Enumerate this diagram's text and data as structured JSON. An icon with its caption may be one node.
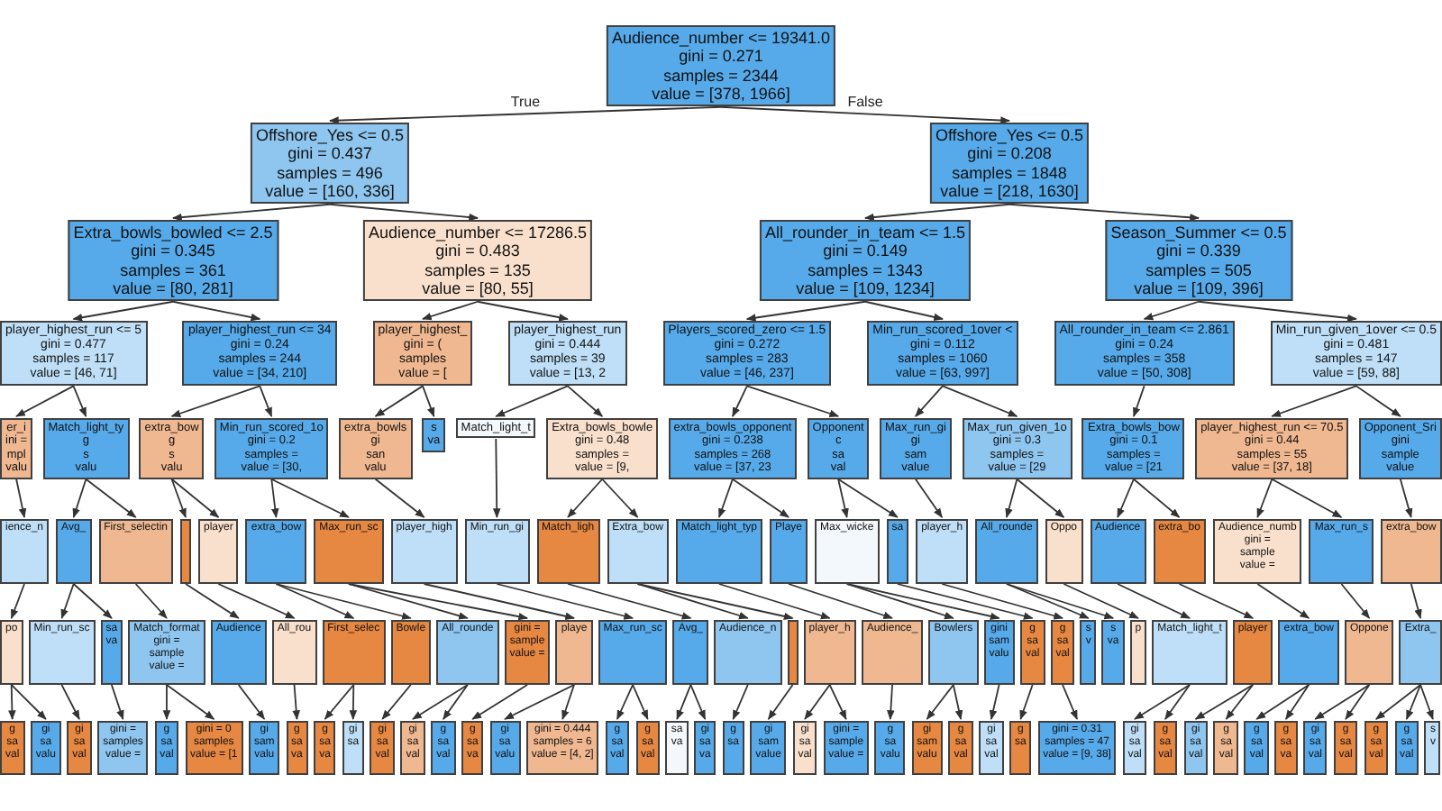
{
  "diagram": {
    "nodes": [
      {
        "text": [
          "Audience_number <= 19341.0",
          "gini = 0.271",
          "samples = 2344",
          "value = [378, 1966]"
        ]
      },
      {
        "text": [
          "Offshore_Yes <= 0.5",
          "gini = 0.437",
          "samples = 496",
          "value = [160, 336]"
        ]
      },
      {
        "text": [
          "Offshore_Yes <= 0.5",
          "gini = 0.208",
          "samples = 1848",
          "value = [218, 1630]"
        ]
      },
      {
        "text": [
          "Extra_bowls_bowled <= 2.5",
          "gini = 0.345",
          "samples = 361",
          "value = [80, 281]"
        ]
      },
      {
        "text": [
          "Audience_number <= 17286.5",
          "gini = 0.483",
          "samples = 135",
          "value = [80, 55]"
        ]
      },
      {
        "text": [
          "All_rounder_in_team <= 1.5",
          "gini = 0.149",
          "samples = 1343",
          "value = [109, 1234]"
        ]
      },
      {
        "text": [
          "Season_Summer <= 0.5",
          "gini = 0.339",
          "samples = 505",
          "value = [109, 396]"
        ]
      },
      {
        "text": [
          "player_highest_run <= 5",
          "gini = 0.477",
          "samples = 117",
          "value = [46, 71]"
        ]
      },
      {
        "text": [
          "player_highest_run <= 34",
          "gini = 0.24",
          "samples = 244",
          "value = [34, 210]"
        ]
      },
      {
        "text": [
          "player_highest_",
          "gini = (",
          "samples",
          "value = ["
        ]
      },
      {
        "text": [
          "player_highest_run",
          "gini = 0.444",
          "samples = 39",
          "value = [13, 2"
        ]
      },
      {
        "text": [
          "Players_scored_zero <= 1.5",
          "gini = 0.272",
          "samples = 283",
          "value = [46, 237]"
        ]
      },
      {
        "text": [
          "Min_run_scored_1over <",
          "gini = 0.112",
          "samples = 1060",
          "value = [63, 997]"
        ]
      },
      {
        "text": [
          "All_rounder_in_team <= 2.861",
          "gini = 0.24",
          "samples = 358",
          "value = [50, 308]"
        ]
      },
      {
        "text": [
          "Min_run_given_1over <= 0.5",
          "gini = 0.481",
          "samples = 147",
          "value = [59, 88]"
        ]
      },
      {
        "text": [
          "er_i",
          "ini =",
          "mpl",
          "valu"
        ]
      },
      {
        "text": [
          "Match_light_ty",
          "g",
          "s",
          "valu"
        ]
      },
      {
        "text": [
          "extra_bow",
          "g",
          "s",
          "valu"
        ]
      },
      {
        "text": [
          "Min_run_scored_1o",
          "gini = 0.2",
          "samples =",
          "value = [30,"
        ]
      },
      {
        "text": [
          "extra_bowls",
          "gi",
          "san",
          "valu"
        ]
      },
      {
        "text": [
          "s",
          "va"
        ]
      },
      {
        "text": [
          "Match_light_t"
        ]
      },
      {
        "text": [
          "Extra_bowls_bowle",
          "gini = 0.48",
          "samples =",
          "value = [9,"
        ]
      },
      {
        "text": [
          "extra_bowls_opponent",
          "gini = 0.238",
          "samples = 268",
          "value = [37, 23"
        ]
      },
      {
        "text": [
          "Opponent",
          "c",
          "sa",
          "val"
        ]
      },
      {
        "text": [
          "Max_run_gi",
          "gi",
          "sam",
          "value"
        ]
      },
      {
        "text": [
          "Max_run_given_1o",
          "gini = 0.3",
          "samples =",
          "value = [29"
        ]
      },
      {
        "text": [
          "Extra_bowls_bow",
          "gini = 0.1",
          "samples =",
          "value = [21"
        ]
      },
      {
        "text": [
          "player_highest_run <= 70.5",
          "gini = 0.44",
          "samples = 55",
          "value = [37, 18]"
        ]
      },
      {
        "text": [
          "Opponent_Sri",
          "gini",
          "sample",
          "value"
        ]
      },
      {
        "text": [
          "ience_n"
        ]
      },
      {
        "text": [
          "Avg_"
        ]
      },
      {
        "text": [
          "First_selectin"
        ]
      },
      {
        "text": [],
        "shape": "box"
      },
      {
        "text": [
          "player"
        ]
      },
      {
        "text": [
          "extra_bow"
        ]
      },
      {
        "text": [
          "Max_run_sc"
        ]
      },
      {
        "text": [
          "player_high"
        ]
      },
      {
        "text": [
          "Min_run_gi"
        ]
      },
      {
        "text": [
          "Match_ligh"
        ]
      },
      {
        "text": [
          "Extra_bow"
        ]
      },
      {
        "text": [
          "Match_light_typ"
        ]
      },
      {
        "text": [
          "Playe"
        ]
      },
      {
        "text": [
          "Max_wicke"
        ]
      },
      {
        "text": [
          "sa"
        ]
      },
      {
        "text": [
          "player_h"
        ]
      },
      {
        "text": [
          "All_rounde"
        ]
      },
      {
        "text": [
          "Oppo"
        ]
      },
      {
        "text": [
          "Audience"
        ]
      },
      {
        "text": [
          "extra_bo"
        ]
      },
      {
        "text": [
          "Audience_numb",
          "gini =",
          "sample",
          "value ="
        ]
      },
      {
        "text": [
          "Max_run_s"
        ]
      },
      {
        "text": [
          "extra_bow"
        ]
      },
      {
        "text": [
          "po"
        ]
      },
      {
        "text": [
          "Min_run_sc"
        ]
      },
      {
        "text": [
          "sa",
          "va"
        ]
      },
      {
        "text": [
          "Match_format",
          "gini =",
          "sample",
          "value ="
        ]
      },
      {
        "text": [
          "Audience"
        ]
      },
      {
        "text": [
          "All_rou"
        ]
      },
      {
        "text": [
          "First_selec"
        ]
      },
      {
        "text": [
          "Bowle"
        ]
      },
      {
        "text": [
          "All_rounde"
        ]
      },
      {
        "text": [
          "gini =",
          "sample",
          "value ="
        ]
      },
      {
        "text": [
          "playe"
        ]
      },
      {
        "text": [
          "Max_run_sc"
        ]
      },
      {
        "text": [
          "Avg_"
        ]
      },
      {
        "text": [
          "Audience_n"
        ]
      },
      {
        "text": [],
        "shape": "box"
      },
      {
        "text": [
          "player_h"
        ]
      },
      {
        "text": [
          "Audience_"
        ]
      },
      {
        "text": [
          "Bowlers"
        ]
      },
      {
        "text": [
          "gini",
          "sam",
          "valu"
        ]
      },
      {
        "text": [
          "g",
          "sa",
          "val"
        ]
      },
      {
        "text": [
          "g",
          "sa",
          "val"
        ]
      },
      {
        "text": [
          "s",
          "v"
        ]
      },
      {
        "text": [
          "s",
          "va"
        ]
      },
      {
        "text": [
          "p"
        ]
      },
      {
        "text": [
          "Match_light_t"
        ]
      },
      {
        "text": [
          "player"
        ]
      },
      {
        "text": [
          "extra_bow"
        ]
      },
      {
        "text": [
          "Oppone"
        ]
      },
      {
        "text": [
          "Extra_"
        ]
      },
      {
        "text": [
          "g",
          "sa",
          "val"
        ]
      },
      {
        "text": [
          "gi",
          "sa",
          "valu"
        ]
      },
      {
        "text": [
          "gi",
          "sa",
          "val"
        ]
      },
      {
        "text": [
          "gini =",
          "samples",
          "value ="
        ]
      },
      {
        "text": [
          "g",
          "sa",
          "val"
        ]
      },
      {
        "text": [
          "gini = 0",
          "samples",
          "value = [1"
        ]
      },
      {
        "text": [
          "gi",
          "sam",
          "valu"
        ]
      },
      {
        "text": [
          "g",
          "sa",
          "va"
        ]
      },
      {
        "text": [
          "g",
          "sa",
          "va"
        ]
      },
      {
        "text": [
          "gi",
          "sa"
        ]
      },
      {
        "text": [
          "gi",
          "sa",
          "val"
        ]
      },
      {
        "text": [
          "gi",
          "sa",
          "val"
        ]
      },
      {
        "text": [
          "g",
          "sa",
          "val"
        ]
      },
      {
        "text": [
          "g",
          "sa",
          "va"
        ]
      },
      {
        "text": [
          "gi",
          "sa",
          "valu"
        ]
      },
      {
        "text": [
          "gini = 0.444",
          "samples = 6",
          "value = [4, 2]"
        ]
      },
      {
        "text": [
          "g",
          "sa",
          "val"
        ]
      },
      {
        "text": [
          "g",
          "sa",
          "val"
        ]
      },
      {
        "text": [
          "sa",
          "va"
        ]
      },
      {
        "text": [
          "gi",
          "sa",
          "va"
        ]
      },
      {
        "text": [
          "g",
          "sa"
        ]
      },
      {
        "text": [
          "gi",
          "sam",
          "value"
        ]
      },
      {
        "text": [
          "gi",
          "sa",
          "val"
        ]
      },
      {
        "text": [
          "gini =",
          "sample",
          "value ="
        ]
      },
      {
        "text": [
          "g",
          "sa",
          "valu"
        ]
      },
      {
        "text": [
          "gi",
          "sam",
          "valu"
        ]
      },
      {
        "text": [
          "g",
          "sa",
          "val"
        ]
      },
      {
        "text": [
          "gi",
          "sa",
          "val"
        ]
      },
      {
        "text": [
          "g",
          "sa"
        ]
      },
      {
        "text": [
          "gini = 0.31",
          "samples = 47",
          "value = [9, 38]"
        ]
      },
      {
        "text": [
          "gi",
          "sa",
          "val"
        ]
      },
      {
        "text": [
          "g",
          "sa",
          "val"
        ]
      },
      {
        "text": [
          "gi",
          "sa",
          "val"
        ]
      },
      {
        "text": [
          "g",
          "sa",
          "val"
        ]
      },
      {
        "text": [
          "g",
          "sa",
          "val"
        ]
      },
      {
        "text": [
          "g",
          "sa",
          "va"
        ]
      },
      {
        "text": [
          "gi",
          "sa",
          "val"
        ]
      },
      {
        "text": [
          "g",
          "sa",
          "val"
        ]
      },
      {
        "text": [
          "g",
          "sa",
          "val"
        ]
      },
      {
        "text": [
          "g",
          "sa",
          "val"
        ]
      },
      {
        "text": [
          "s",
          "v"
        ]
      }
    ],
    "edges": [
      {
        "from": 0,
        "to": 1,
        "arrow": "to",
        "label": "True"
      },
      {
        "from": 0,
        "to": 2,
        "arrow": "to",
        "label": "False"
      },
      {
        "from": 1,
        "to": 3,
        "arrow": "to"
      },
      {
        "from": 1,
        "to": 4,
        "arrow": "to"
      },
      {
        "from": 2,
        "to": 5,
        "arrow": "to"
      },
      {
        "from": 2,
        "to": 6,
        "arrow": "to"
      },
      {
        "from": 3,
        "to": 7,
        "arrow": "to"
      },
      {
        "from": 3,
        "to": 8,
        "arrow": "to"
      },
      {
        "from": 4,
        "to": 9,
        "arrow": "to"
      },
      {
        "from": 4,
        "to": 10,
        "arrow": "to"
      },
      {
        "from": 5,
        "to": 11,
        "arrow": "to"
      },
      {
        "from": 5,
        "to": 12,
        "arrow": "to"
      },
      {
        "from": 6,
        "to": 13,
        "arrow": "to"
      },
      {
        "from": 6,
        "to": 14,
        "arrow": "to"
      },
      {
        "from": 7,
        "to": 15,
        "arrow": "to"
      },
      {
        "from": 7,
        "to": 16,
        "arrow": "to"
      },
      {
        "from": 8,
        "to": 17,
        "arrow": "to"
      },
      {
        "from": 8,
        "to": 18,
        "arrow": "to"
      },
      {
        "from": 9,
        "to": 19,
        "arrow": "to"
      },
      {
        "from": 9,
        "to": 20,
        "arrow": "to"
      },
      {
        "from": 10,
        "to": 21,
        "arrow": "to"
      },
      {
        "from": 10,
        "to": 22,
        "arrow": "to"
      },
      {
        "from": 11,
        "to": 23,
        "arrow": "to"
      },
      {
        "from": 11,
        "to": 24,
        "arrow": "to"
      },
      {
        "from": 12,
        "to": 25,
        "arrow": "to"
      },
      {
        "from": 12,
        "to": 26,
        "arrow": "to"
      },
      {
        "from": 13,
        "to": 27,
        "arrow": "to"
      },
      {
        "from": 14,
        "to": 28,
        "arrow": "to"
      },
      {
        "from": 14,
        "to": 29,
        "arrow": "to"
      },
      {
        "from": 15,
        "to": 30,
        "arrow": "to"
      },
      {
        "from": 16,
        "to": 31,
        "arrow": "to"
      },
      {
        "from": 16,
        "to": 32,
        "arrow": "to"
      },
      {
        "from": 17,
        "to": 33,
        "arrow": "to"
      },
      {
        "from": 17,
        "to": 34,
        "arrow": "to"
      },
      {
        "from": 18,
        "to": 35,
        "arrow": "to"
      },
      {
        "from": 18,
        "to": 36,
        "arrow": "to"
      },
      {
        "from": 19,
        "to": 37,
        "arrow": "to"
      },
      {
        "from": 21,
        "to": 38,
        "arrow": "to"
      },
      {
        "from": 22,
        "to": 39,
        "arrow": "to"
      },
      {
        "from": 22,
        "to": 40,
        "arrow": "to"
      },
      {
        "from": 23,
        "to": 41,
        "arrow": "to"
      },
      {
        "from": 23,
        "to": 42,
        "arrow": "to"
      },
      {
        "from": 24,
        "to": 43,
        "arrow": "to"
      },
      {
        "from": 24,
        "to": 44,
        "arrow": "to"
      },
      {
        "from": 25,
        "to": 45,
        "arrow": "to"
      },
      {
        "from": 26,
        "to": 46,
        "arrow": "to"
      },
      {
        "from": 26,
        "to": 47,
        "arrow": "to"
      },
      {
        "from": 27,
        "to": 48,
        "arrow": "to"
      },
      {
        "from": 27,
        "to": 49,
        "arrow": "to"
      },
      {
        "from": 28,
        "to": 50,
        "arrow": "to"
      },
      {
        "from": 28,
        "to": 51,
        "arrow": "to"
      },
      {
        "from": 29,
        "to": 52,
        "arrow": "to"
      },
      {
        "from": 30,
        "to": 53,
        "arrow": "to"
      },
      {
        "from": 31,
        "to": 54,
        "arrow": "to"
      },
      {
        "from": 31,
        "to": 55,
        "arrow": "to"
      },
      {
        "from": 32,
        "to": 56,
        "arrow": "to"
      },
      {
        "from": 33,
        "to": 57,
        "arrow": "to"
      },
      {
        "from": 34,
        "to": 58,
        "arrow": "to"
      },
      {
        "from": 35,
        "to": 59,
        "arrow": "to"
      },
      {
        "from": 35,
        "to": 60,
        "arrow": "to"
      },
      {
        "from": 36,
        "to": 61,
        "arrow": "to"
      },
      {
        "from": 36,
        "to": 62,
        "arrow": "to"
      },
      {
        "from": 37,
        "to": 63,
        "arrow": "to"
      },
      {
        "from": 38,
        "to": 64,
        "arrow": "to"
      },
      {
        "from": 39,
        "to": 65,
        "arrow": "to"
      },
      {
        "from": 40,
        "to": 66,
        "arrow": "to"
      },
      {
        "from": 40,
        "to": 67,
        "arrow": "to"
      },
      {
        "from": 41,
        "to": 68,
        "arrow": "to"
      },
      {
        "from": 42,
        "to": 69,
        "arrow": "to"
      },
      {
        "from": 43,
        "to": 70,
        "arrow": "to"
      },
      {
        "from": 43,
        "to": 71,
        "arrow": "to"
      },
      {
        "from": 44,
        "to": 72,
        "arrow": "to"
      },
      {
        "from": 45,
        "to": 73,
        "arrow": "to"
      },
      {
        "from": 46,
        "to": 74,
        "arrow": "to"
      },
      {
        "from": 46,
        "to": 75,
        "arrow": "to"
      },
      {
        "from": 47,
        "to": 76,
        "arrow": "to"
      },
      {
        "from": 48,
        "to": 77,
        "arrow": "to"
      },
      {
        "from": 49,
        "to": 78,
        "arrow": "to"
      },
      {
        "from": 50,
        "to": 79,
        "arrow": "to"
      },
      {
        "from": 51,
        "to": 80,
        "arrow": "to"
      },
      {
        "from": 52,
        "to": 81,
        "arrow": "to"
      },
      {
        "from": 53,
        "to": 82,
        "arrow": "to"
      },
      {
        "from": 53,
        "to": 83,
        "arrow": "to"
      },
      {
        "from": 54,
        "to": 84,
        "arrow": "to"
      },
      {
        "from": 55,
        "to": 85,
        "arrow": "to"
      },
      {
        "from": 56,
        "to": 86,
        "arrow": "to"
      },
      {
        "from": 56,
        "to": 87,
        "arrow": "to"
      },
      {
        "from": 57,
        "to": 88,
        "arrow": "to"
      },
      {
        "from": 58,
        "to": 89,
        "arrow": "to"
      },
      {
        "from": 59,
        "to": 90,
        "arrow": "to"
      },
      {
        "from": 59,
        "to": 91,
        "arrow": "to"
      },
      {
        "from": 60,
        "to": 92,
        "arrow": "to"
      },
      {
        "from": 61,
        "to": 93,
        "arrow": "to"
      },
      {
        "from": 61,
        "to": 94,
        "arrow": "to"
      },
      {
        "from": 62,
        "to": 95,
        "arrow": "to"
      },
      {
        "from": 63,
        "to": 96,
        "arrow": "to"
      },
      {
        "from": 63,
        "to": 97,
        "arrow": "to"
      },
      {
        "from": 64,
        "to": 98,
        "arrow": "to"
      },
      {
        "from": 64,
        "to": 99,
        "arrow": "to"
      },
      {
        "from": 65,
        "to": 100,
        "arrow": "to"
      },
      {
        "from": 65,
        "to": 101,
        "arrow": "to"
      },
      {
        "from": 66,
        "to": 102,
        "arrow": "to"
      },
      {
        "from": 67,
        "to": 103,
        "arrow": "to"
      },
      {
        "from": 68,
        "to": 104,
        "arrow": "to"
      },
      {
        "from": 68,
        "to": 105,
        "arrow": "to"
      },
      {
        "from": 69,
        "to": 106,
        "arrow": "to"
      },
      {
        "from": 70,
        "to": 107,
        "arrow": "to"
      },
      {
        "from": 70,
        "to": 108,
        "arrow": "to"
      },
      {
        "from": 71,
        "to": 109,
        "arrow": "to"
      },
      {
        "from": 72,
        "to": 110,
        "arrow": "to"
      },
      {
        "from": 73,
        "to": 111,
        "arrow": "to"
      },
      {
        "from": 77,
        "to": 112,
        "arrow": "to"
      },
      {
        "from": 77,
        "to": 113,
        "arrow": "to"
      },
      {
        "from": 78,
        "to": 114,
        "arrow": "to"
      },
      {
        "from": 78,
        "to": 115,
        "arrow": "to"
      },
      {
        "from": 79,
        "to": 116,
        "arrow": "to"
      },
      {
        "from": 79,
        "to": 117,
        "arrow": "to"
      },
      {
        "from": 80,
        "to": 118,
        "arrow": "to"
      },
      {
        "from": 80,
        "to": 119,
        "arrow": "to"
      },
      {
        "from": 81,
        "to": 120,
        "arrow": "to"
      },
      {
        "from": 81,
        "to": 121,
        "arrow": "to"
      },
      {
        "from": 81,
        "to": 122,
        "arrow": "to"
      }
    ]
  }
}
